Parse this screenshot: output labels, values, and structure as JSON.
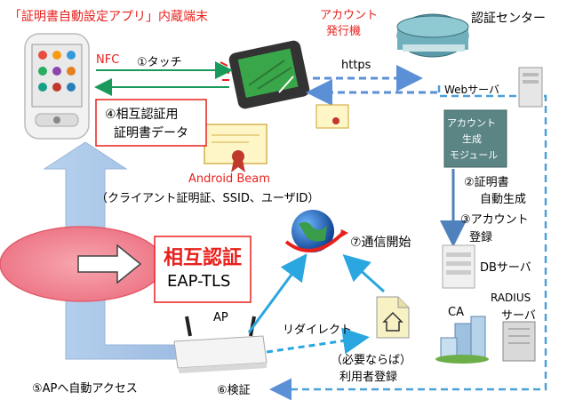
{
  "title": "「証明書自動設定アプリ」内蔵端末",
  "account_issuer": [
    "アカウント",
    "発行機"
  ],
  "auth_center": "認証センター",
  "nfc": "NFC",
  "step1": "①タッチ",
  "https": "https",
  "step4": [
    "④相互認証用",
    "証明書データ"
  ],
  "android_beam": "Android Beam",
  "client_cert_note": "（クライアント証明証、SSID、ユーザID）",
  "web_server": "Webサーバ",
  "account_module": [
    "アカウント",
    "生成",
    "モジュール"
  ],
  "step2": [
    "②証明書",
    "自動生成"
  ],
  "step3": [
    "③アカウント",
    "登録"
  ],
  "db_server": "DBサーバ",
  "mutual_auth": "相互認証",
  "eap_tls": "EAP-TLS",
  "step7": "⑦通信開始",
  "ap": "AP",
  "redirect": "リダイレクト",
  "user_reg": [
    "（必要ならば）",
    "利用者登録"
  ],
  "ca": "CA",
  "radius": [
    "RADIUS",
    "サーバ"
  ],
  "step5": "⑤APへ自動アクセス",
  "step6": "⑥検証",
  "colors": {
    "red": "#e8201c",
    "green_arrow": "#1a9a5a",
    "blue_dash": "#5b8fd6",
    "cyan_arrow": "#2aa6e0",
    "module_bg": "#5b8484",
    "big_arrow": "#a9c6e8"
  }
}
